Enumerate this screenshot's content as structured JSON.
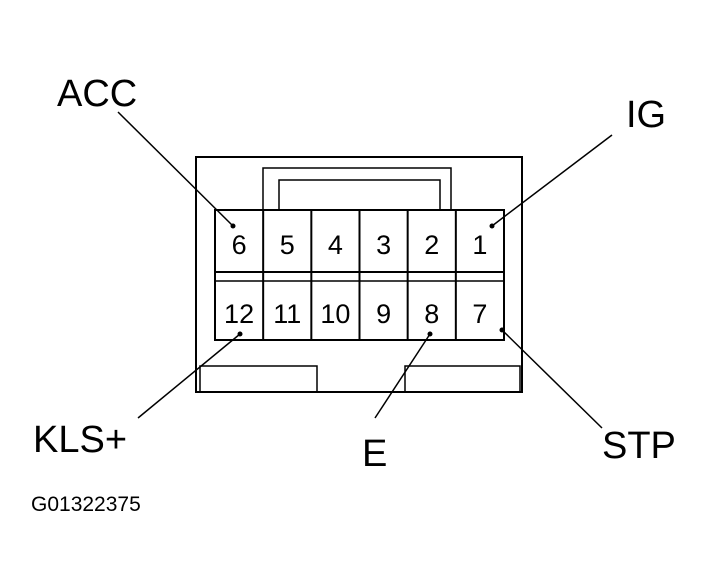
{
  "connector": {
    "top_row": [
      "6",
      "5",
      "4",
      "3",
      "2",
      "1"
    ],
    "bottom_row": [
      "12",
      "11",
      "10",
      "9",
      "8",
      "7"
    ]
  },
  "labels": {
    "acc": "ACC",
    "ig": "IG",
    "kls": "KLS+",
    "e": "E",
    "stp": "STP"
  },
  "figure_code": "G01322375",
  "colors": {
    "line": "#000000",
    "background": "#ffffff"
  }
}
